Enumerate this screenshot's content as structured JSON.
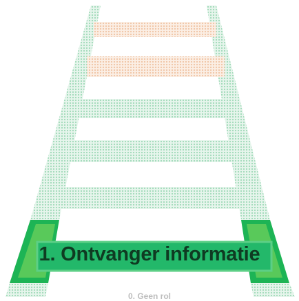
{
  "ladder": {
    "active_step_label": "1. Ontvanger informatie",
    "base_label": "0. Geen rol",
    "active_step": 1,
    "rungs": [
      {
        "level": 1,
        "state": "active",
        "color": "#1fb85a"
      },
      {
        "level": 2,
        "state": "inactive",
        "color": "#bfe6d2"
      },
      {
        "level": 3,
        "state": "inactive",
        "color": "#bfe6d2"
      },
      {
        "level": 4,
        "state": "inactive",
        "color": "#bfe6d2"
      },
      {
        "level": 5,
        "state": "inactive",
        "color": "#f5d8c4"
      },
      {
        "level": 6,
        "state": "inactive",
        "color": "#f5d8c4"
      }
    ],
    "colors": {
      "rail": "#bfe6d2",
      "rail_active": "#1db455",
      "rail_active_inner": "#59c95a",
      "bar_active": "#23b86a",
      "bar_border": "#5ccf86"
    }
  }
}
